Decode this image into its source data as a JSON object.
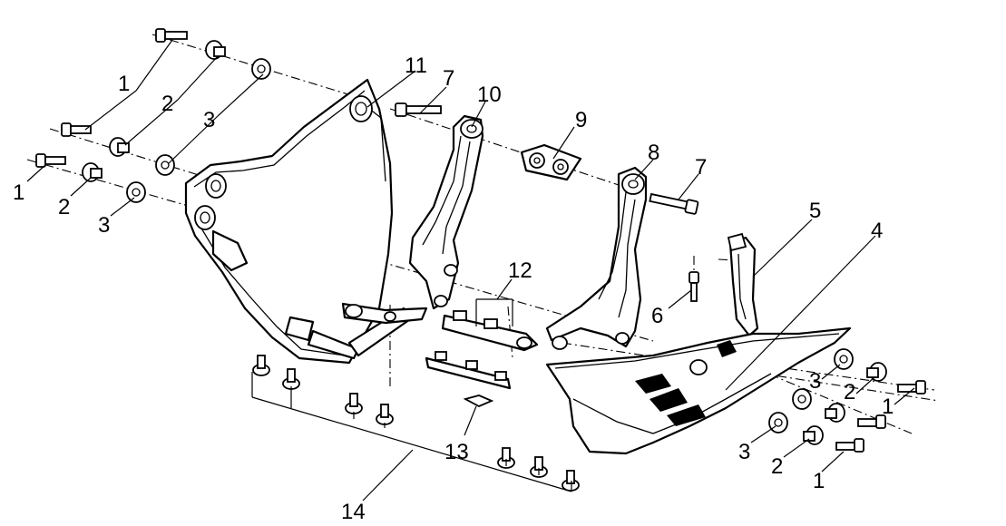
{
  "diagram": {
    "labels": [
      {
        "text": "1",
        "part": "bolt"
      },
      {
        "text": "2",
        "part": "collar"
      },
      {
        "text": "3",
        "part": "rubber-grommet"
      },
      {
        "text": "1",
        "part": "bolt"
      },
      {
        "text": "2",
        "part": "collar"
      },
      {
        "text": "3",
        "part": "rubber-grommet"
      },
      {
        "text": "11",
        "part": "left-side-guard-panel"
      },
      {
        "text": "7",
        "part": "long-bolt"
      },
      {
        "text": "10",
        "part": "left-mounting-bracket"
      },
      {
        "text": "9",
        "part": "nut-plate"
      },
      {
        "text": "8",
        "part": "right-mounting-bracket"
      },
      {
        "text": "7",
        "part": "long-bolt"
      },
      {
        "text": "5",
        "part": "small-bracket"
      },
      {
        "text": "4",
        "part": "skid-plate"
      },
      {
        "text": "6",
        "part": "screw"
      },
      {
        "text": "12",
        "part": "clip-nuts"
      },
      {
        "text": "3",
        "part": "rubber-grommet"
      },
      {
        "text": "2",
        "part": "collar"
      },
      {
        "text": "1",
        "part": "bolt"
      },
      {
        "text": "3",
        "part": "rubber-grommet"
      },
      {
        "text": "2",
        "part": "collar"
      },
      {
        "text": "1",
        "part": "bolt"
      },
      {
        "text": "13",
        "part": "speed-nut"
      },
      {
        "text": "14",
        "part": "screws"
      }
    ]
  }
}
